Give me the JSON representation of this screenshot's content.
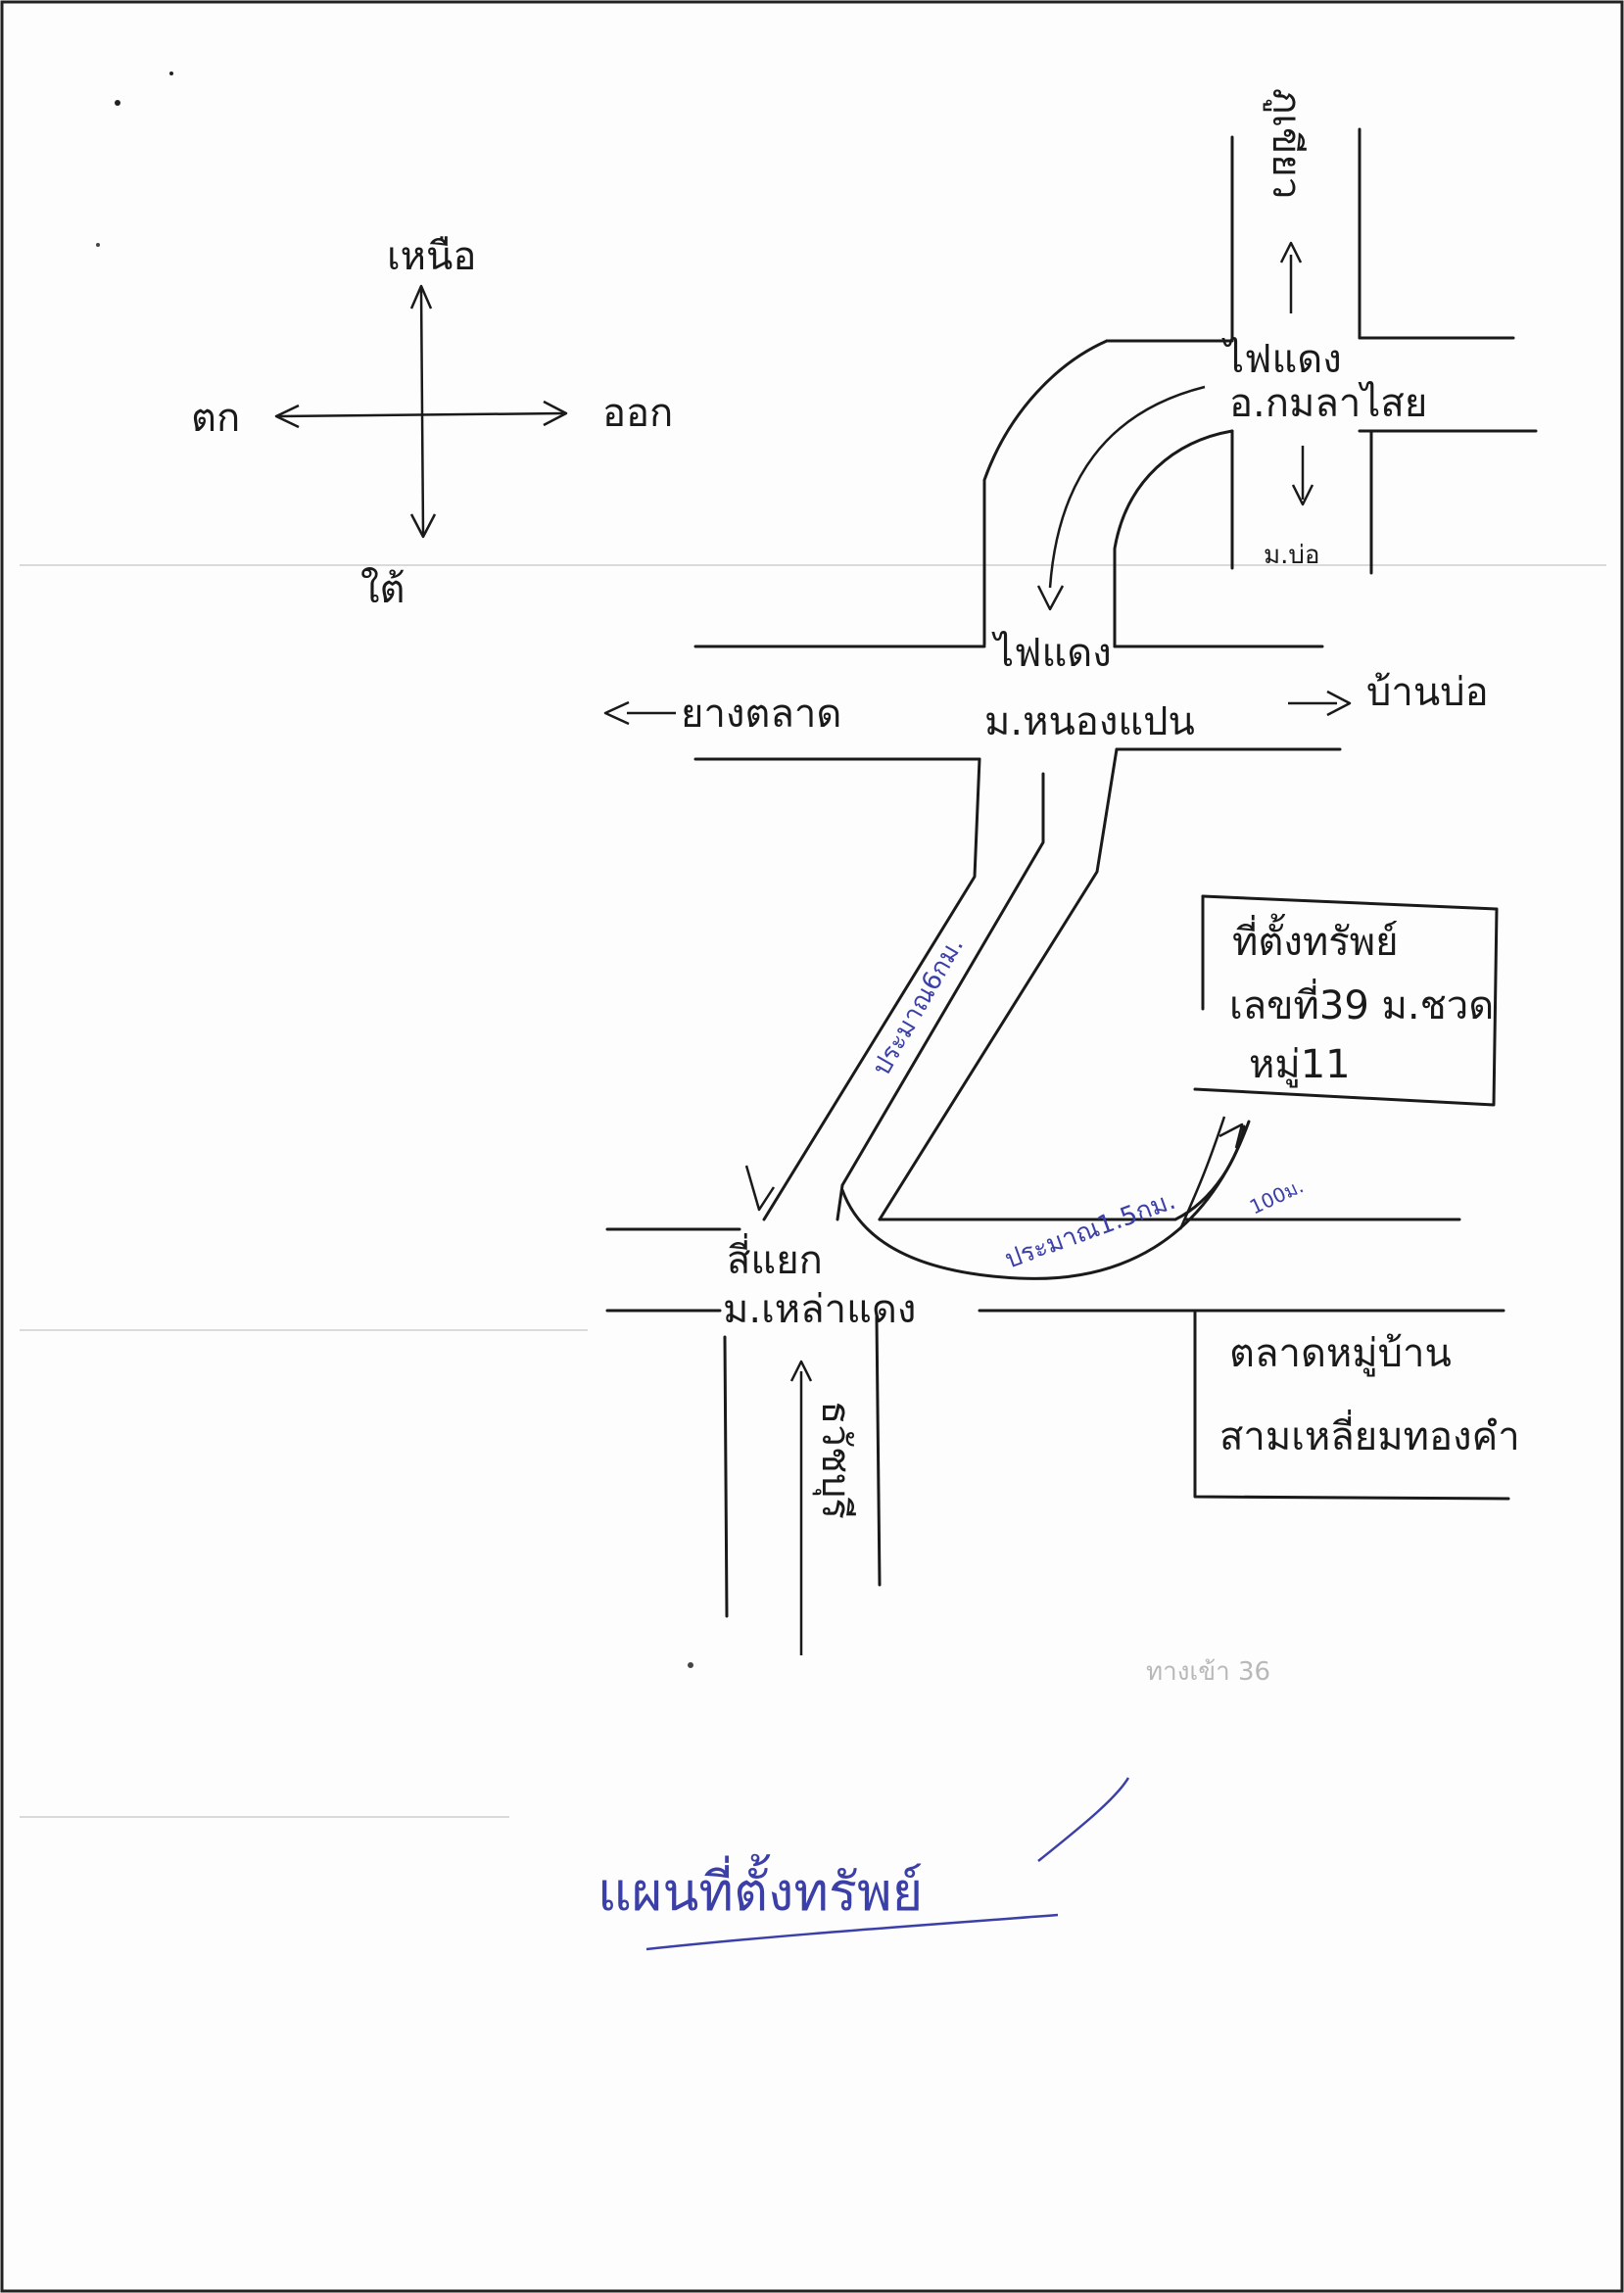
{
  "compass": {
    "north": "เหนือ",
    "south": "ใต้",
    "west": "ตก",
    "east": "ออก"
  },
  "roads": {
    "top_road": "ภูเขียว",
    "intersection_top_line1": "ไฟแดง",
    "intersection_top_line2": "อ.กมลาไสย",
    "down_from_top": "ม.บ่อ",
    "west_road": "ยางตลาด",
    "intersection_mid_line1": "ไฟแดง",
    "intersection_mid_line2": "ม.หนองแปน",
    "east_road": "บ้านบ่อ",
    "intersection_low_line1": "สี่แยก",
    "intersection_low_line2": "ม.เหล่าแดง",
    "south_road": "ธวัชบุรี"
  },
  "property": {
    "line1": "ที่ตั้งทรัพย์",
    "line2": "เลขที่39 ม.ชวด",
    "line3": "หมู่11"
  },
  "distances": {
    "d1": "ประมาณ6กม.",
    "d2": "ประมาณ1.5กม.",
    "d3": "100ม."
  },
  "market": {
    "line1": "ตลาดหมู่บ้าน",
    "line2": "สามเหลี่ยมทองคำ"
  },
  "stamp_faint": "ทางเข้า 36",
  "title": "แผนที่ตั้งทรัพย์"
}
